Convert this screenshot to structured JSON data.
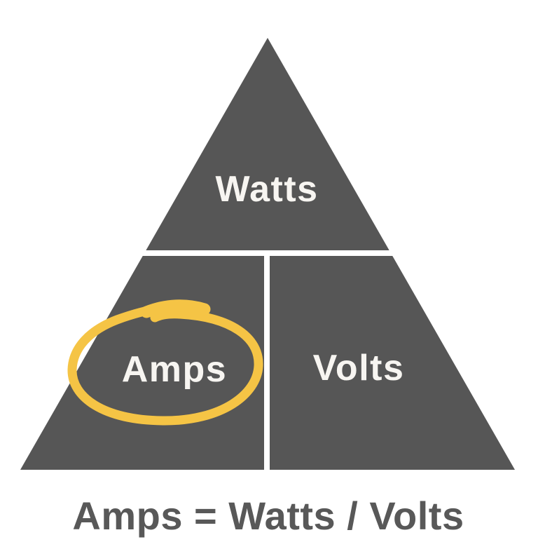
{
  "page": {
    "background": "#FFFFFF"
  },
  "diagram": {
    "type": "power-triangle",
    "sections": {
      "top": {
        "label": "Watts"
      },
      "bottom_left": {
        "label": "Amps",
        "highlighted": true
      },
      "bottom_right": {
        "label": "Volts"
      }
    },
    "highlight": {
      "shape": "hand-drawn-circle",
      "around": "Amps",
      "color": "#F5C445"
    },
    "colors": {
      "triangle_fill": "#565656",
      "divider": "#FFFFFF",
      "label_text": "#F7F5F1",
      "formula_text": "#585858"
    },
    "formula": "Amps = Watts / Volts"
  }
}
